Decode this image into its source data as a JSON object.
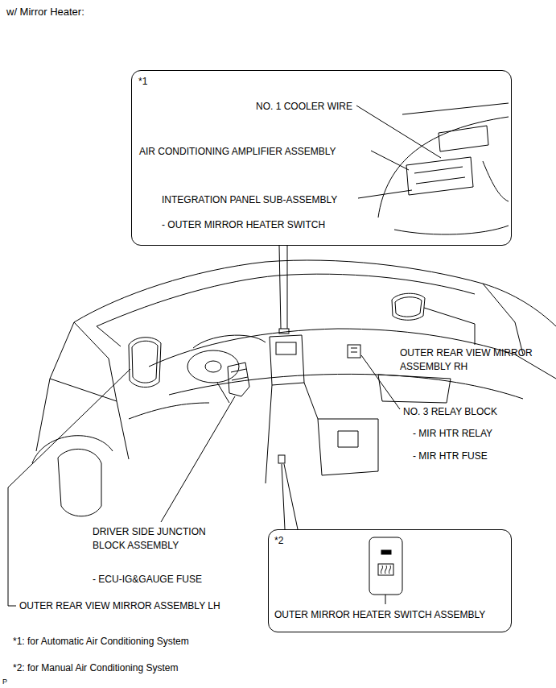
{
  "diagram": {
    "title": "w/ Mirror Heater:",
    "nodes": [
      {
        "text": [
          "*1",
          "NO. 1 COOLER WIRE",
          "AIR CONDITIONING AMPLIFIER ASSEMBLY",
          "INTEGRATION PANEL SUB-ASSEMBLY",
          "- OUTER MIRROR HEATER SWITCH"
        ]
      },
      {
        "text": [
          "*2",
          "OUTER MIRROR HEATER SWITCH ASSEMBLY"
        ]
      }
    ],
    "labels": [
      "OUTER REAR VIEW MIRROR ASSEMBLY RH",
      "NO. 3 RELAY BLOCK",
      "- MIR HTR RELAY",
      "- MIR HTR FUSE",
      "DRIVER SIDE JUNCTION BLOCK ASSEMBLY",
      "- ECU-IG&GAUGE FUSE",
      "OUTER REAR VIEW MIRROR ASSEMBLY LH",
      "*1: for Automatic Air Conditioning System",
      "*2: for Manual Air Conditioning System",
      "P"
    ]
  }
}
